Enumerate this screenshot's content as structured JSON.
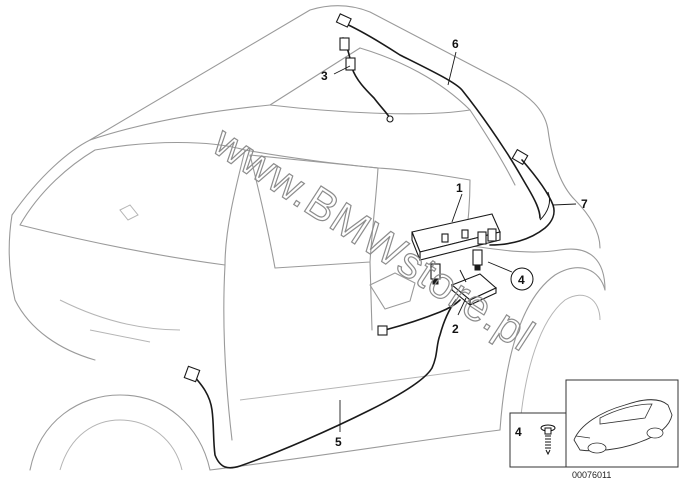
{
  "watermark": "www.BMWstore.pl",
  "callouts": {
    "c1": "1",
    "c2": "2",
    "c3": "3",
    "c4_circled": "4",
    "c5": "5",
    "c6": "6",
    "c7": "7",
    "inset_c4": "4"
  },
  "inset": {
    "document_number": "00076011"
  }
}
